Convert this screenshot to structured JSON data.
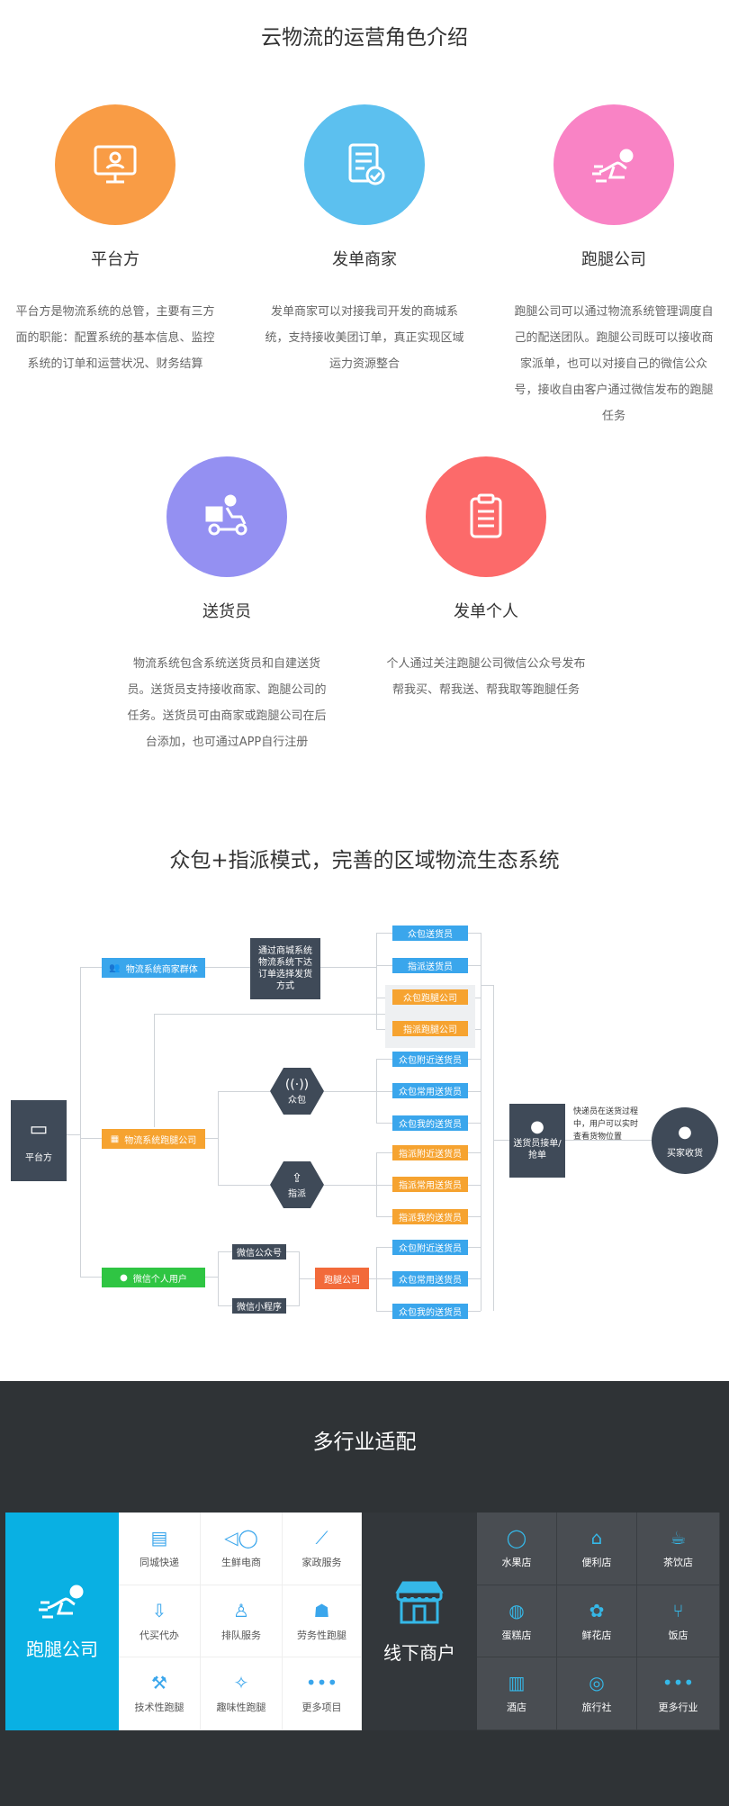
{
  "section1_title": "云物流的运营角色介绍",
  "roles": [
    {
      "name": "平台方",
      "desc": "平台方是物流系统的总管，主要有三方面的职能：配置系统的基本信息、监控系统的订单和运营状况、财务结算",
      "color": "#f99c45",
      "icon": "monitor-user-icon"
    },
    {
      "name": "发单商家",
      "desc": "发单商家可以对接我司开发的商城系统，支持接收美团订单，真正实现区域运力资源整合",
      "color": "#5cc0ef",
      "icon": "document-check-icon"
    },
    {
      "name": "跑腿公司",
      "desc": "跑腿公司可以通过物流系统管理调度自己的配送团队。跑腿公司既可以接收商家派单，也可以对接自己的微信公众号，接收自由客户通过微信发布的跑腿任务",
      "color": "#f983c5",
      "icon": "runner-icon"
    },
    {
      "name": "送货员",
      "desc": "物流系统包含系统送货员和自建送货员。送货员支持接收商家、跑腿公司的任务。送货员可由商家或跑腿公司在后台添加，也可通过APP自行注册",
      "color": "#9490f2",
      "icon": "scooter-courier-icon"
    },
    {
      "name": "发单个人",
      "desc": "个人通过关注跑腿公司微信公众号发布帮我买、帮我送、帮我取等跑腿任务",
      "color": "#fc6a6a",
      "icon": "clipboard-icon"
    }
  ],
  "section2_title": "众包+指派模式，完善的区域物流生态系统",
  "diagram": {
    "platform": "平台方",
    "merchant_group": "物流系统商家群体",
    "runner_company": "物流系统跑腿公司",
    "wechat_user": "微信个人用户",
    "merchant_note": "通过商城系统物流系统下达订单选择发货方式",
    "crowd": "众包",
    "assign": "指派",
    "wechat_official": "微信公众号",
    "wechat_mini": "微信小程序",
    "paotui": "跑腿公司",
    "courier": "送货员接单/抢单",
    "buyer": "买家收货",
    "track_note": "快递员在送货过程中，用户可以实时查看货物位置",
    "col_group1": [
      "众包送货员",
      "指派送货员",
      "众包跑腿公司",
      "指派跑腿公司"
    ],
    "col_group2": [
      "众包附近送货员",
      "众包常用送货员",
      "众包我的送货员"
    ],
    "col_group3": [
      "指派附近送货员",
      "指派常用送货员",
      "指派我的送货员"
    ],
    "col_group4": [
      "众包附近送货员",
      "众包常用送货员",
      "众包我的送货员"
    ]
  },
  "section3_title": "多行业适配",
  "left_panel": {
    "label": "跑腿公司",
    "items": [
      {
        "label": "同城快递",
        "icon": "building-icon"
      },
      {
        "label": "生鲜电商",
        "icon": "fish-icon"
      },
      {
        "label": "家政服务",
        "icon": "broom-icon"
      },
      {
        "label": "代买代办",
        "icon": "download-icon"
      },
      {
        "label": "排队服务",
        "icon": "person-icon"
      },
      {
        "label": "劳务性跑腿",
        "icon": "walker-icon"
      },
      {
        "label": "技术性跑腿",
        "icon": "wrench-icon"
      },
      {
        "label": "趣味性跑腿",
        "icon": "magic-wand-icon"
      },
      {
        "label": "更多项目",
        "icon": "more-dots-icon"
      }
    ]
  },
  "right_panel": {
    "label": "线下商户",
    "items": [
      {
        "label": "水果店",
        "icon": "apple-icon"
      },
      {
        "label": "便利店",
        "icon": "shop-icon"
      },
      {
        "label": "茶饮店",
        "icon": "tea-cup-icon"
      },
      {
        "label": "蛋糕店",
        "icon": "cake-icon"
      },
      {
        "label": "鲜花店",
        "icon": "flower-icon"
      },
      {
        "label": "饭店",
        "icon": "cutlery-icon"
      },
      {
        "label": "酒店",
        "icon": "hotel-icon"
      },
      {
        "label": "旅行社",
        "icon": "travel-icon"
      },
      {
        "label": "更多行业",
        "icon": "more-dots-icon"
      }
    ]
  }
}
